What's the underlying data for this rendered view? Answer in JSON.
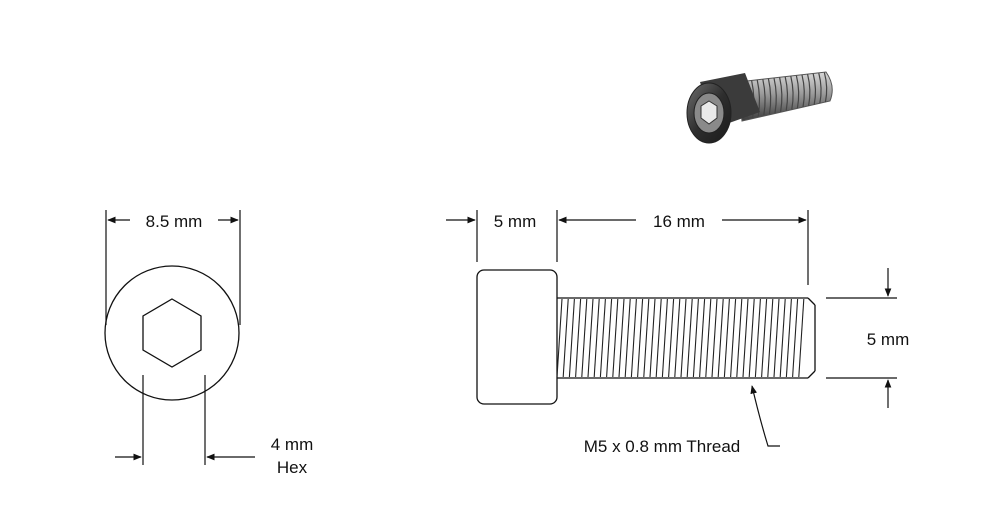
{
  "dimensions": {
    "head_diameter": "8.5 mm",
    "hex_size_value": "4 mm",
    "hex_size_unit": "Hex",
    "head_height": "5 mm",
    "shaft_length": "16 mm",
    "thread_diameter": "5 mm",
    "thread_spec": "M5 x 0.8 mm Thread"
  },
  "views": {
    "isometric_picture": "screw-3d-render",
    "front_view": "screw-head-end-view",
    "side_view": "screw-side-view"
  }
}
